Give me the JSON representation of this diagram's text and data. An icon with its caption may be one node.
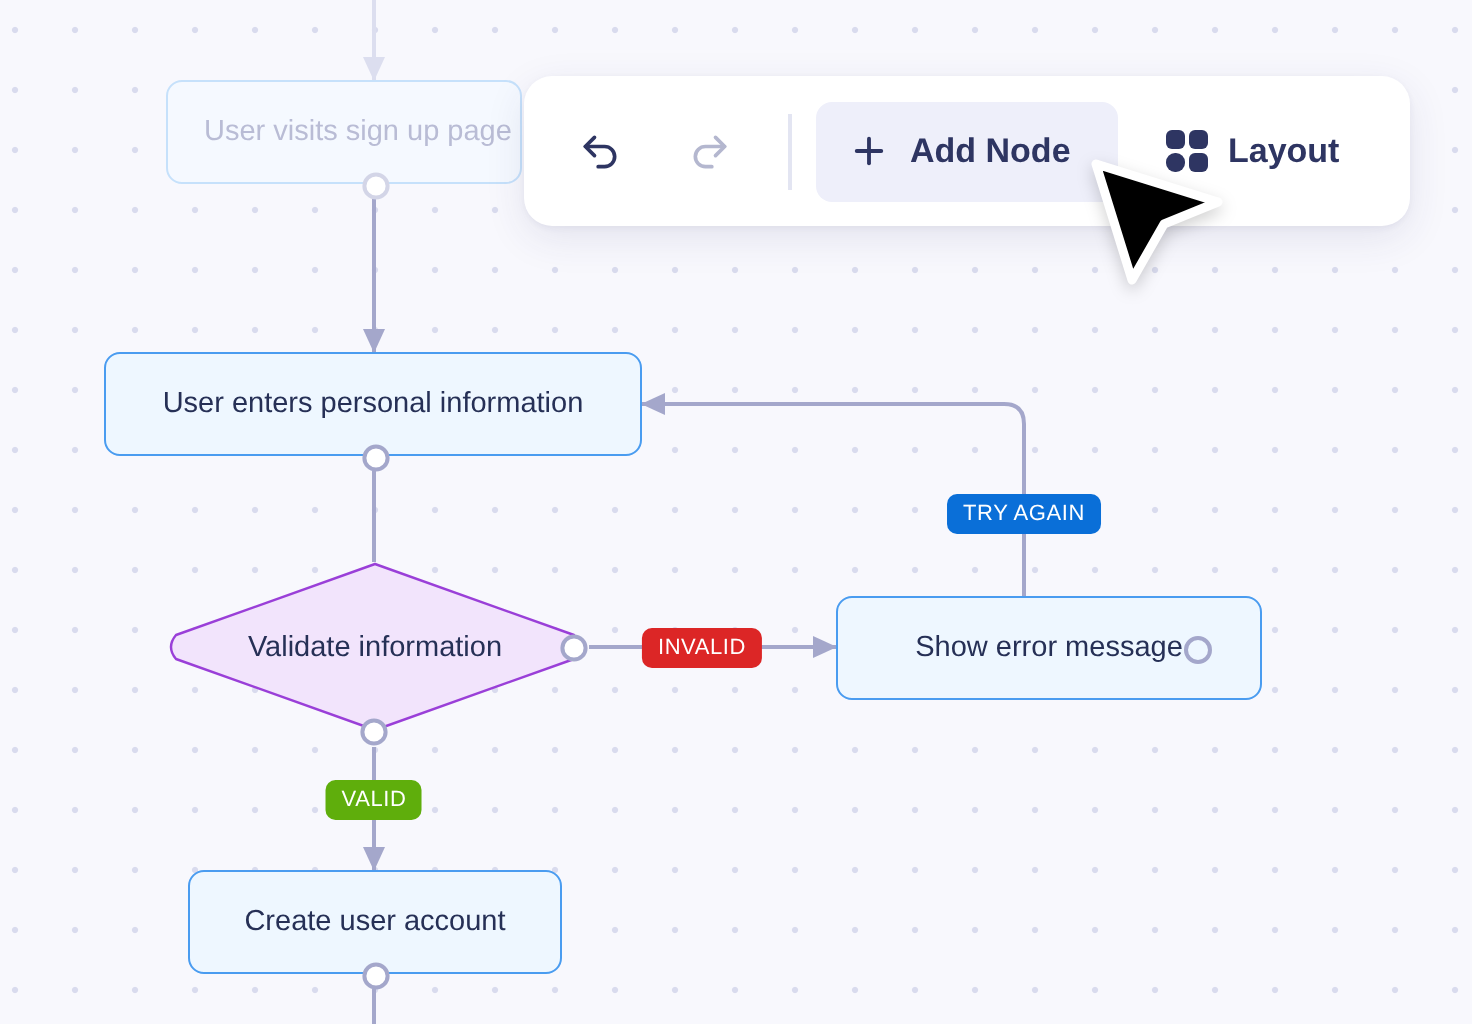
{
  "diagram": {
    "nodes": [
      {
        "text": [
          "User visits sign up page"
        ]
      },
      {
        "text": [
          "User enters personal information"
        ]
      },
      {
        "text": [
          "Validate information"
        ]
      },
      {
        "text": [
          "Show error message"
        ]
      },
      {
        "text": [
          "Create user account"
        ]
      }
    ],
    "edges": [
      {
        "from": null,
        "to": 0,
        "arrow": "to",
        "color": "#dcdeef"
      },
      {
        "from": 0,
        "to": 1,
        "arrow": "to"
      },
      {
        "from": 1,
        "to": 2,
        "arrow": "none"
      },
      {
        "from": 2,
        "to": 3,
        "arrow": "to",
        "label": "INVALID"
      },
      {
        "from": 3,
        "to": 1,
        "arrow": "to",
        "label": "TRY AGAIN"
      },
      {
        "from": 2,
        "to": 4,
        "arrow": "to",
        "label": "VALID"
      },
      {
        "from": 4,
        "to": null,
        "arrow": "none"
      }
    ],
    "labels": [
      "Add Node",
      "Layout"
    ]
  }
}
